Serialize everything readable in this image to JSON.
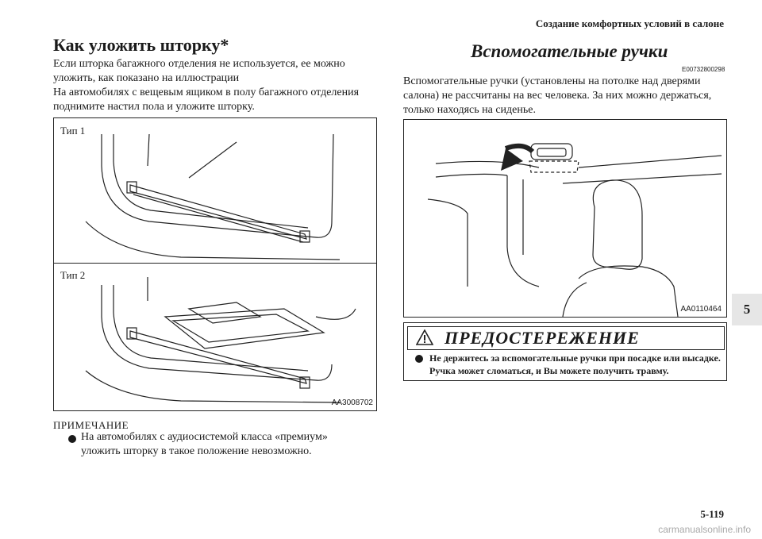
{
  "header": {
    "section_title": "Создание комфортных условий в салоне",
    "chapter_tab": "5"
  },
  "left": {
    "heading": "Как уложить шторку*",
    "paragraph1": "Если шторка багажного отделения не используется, ее можно уложить, как показано на иллюстрации",
    "paragraph2": "На автомобилях с вещевым ящиком в полу багажного отделения поднимите настил пола и уложите шторку.",
    "figure": {
      "type1_label": "Тип 1",
      "type2_label": "Тип 2",
      "code": "AA3008702"
    },
    "note": {
      "heading": "ПРИМЕЧАНИЕ",
      "items": [
        "На автомобилях с аудиосистемой класса «премиум» уложить шторку в такое положение невозможно."
      ]
    }
  },
  "right": {
    "heading": "Вспомогательные ручки",
    "code": "E00732800298",
    "paragraph": "Вспомогательные ручки (установлены на потолке над дверями салона) не рассчитаны на вес человека. За них можно держаться, только находясь на сиденье.",
    "figure": {
      "code": "AA0110464"
    },
    "warning": {
      "title": "ПРЕДОСТЕРЕЖЕНИЕ",
      "items": [
        "Не держитесь за вспомогательные ручки при посадке или высадке. Ручка может сломаться, и Вы можете получить травму."
      ]
    }
  },
  "footer": {
    "page_number": "5-119",
    "watermark": "carmanualsonline.info"
  }
}
